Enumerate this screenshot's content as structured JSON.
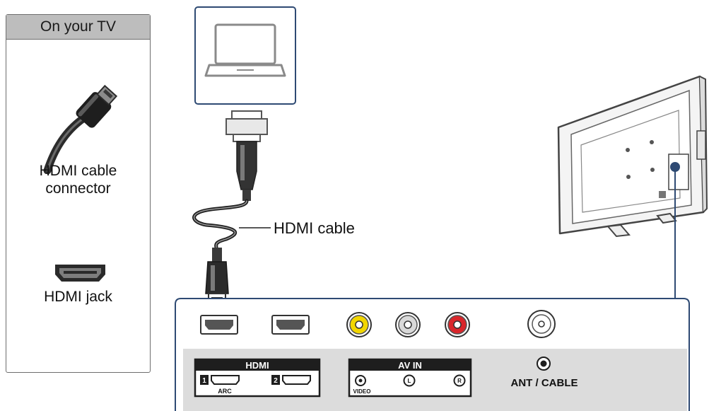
{
  "legend": {
    "title": "On your TV",
    "connector_label_line1": "HDMI cable",
    "connector_label_line2": "connector",
    "jack_label": "HDMI jack"
  },
  "callout": {
    "cable_label": "HDMI cable"
  },
  "port_panel": {
    "hdmi_group_label": "HDMI",
    "hdmi_port1_number": "1",
    "hdmi_port1_sub": "ARC",
    "hdmi_port2_number": "2",
    "av_group_label": "AV IN",
    "av_video_label": "VIDEO",
    "av_left_letter": "L",
    "av_right_letter": "R",
    "antenna_label": "ANT / CABLE"
  },
  "colors": {
    "outline_blue": "#2e4a73",
    "rca_yellow": "#f2d600",
    "rca_white": "#d9d9d9",
    "rca_red": "#d9262b",
    "panel_gray": "#dcdcdc",
    "label_bar_dark": "#1e1e1e"
  }
}
